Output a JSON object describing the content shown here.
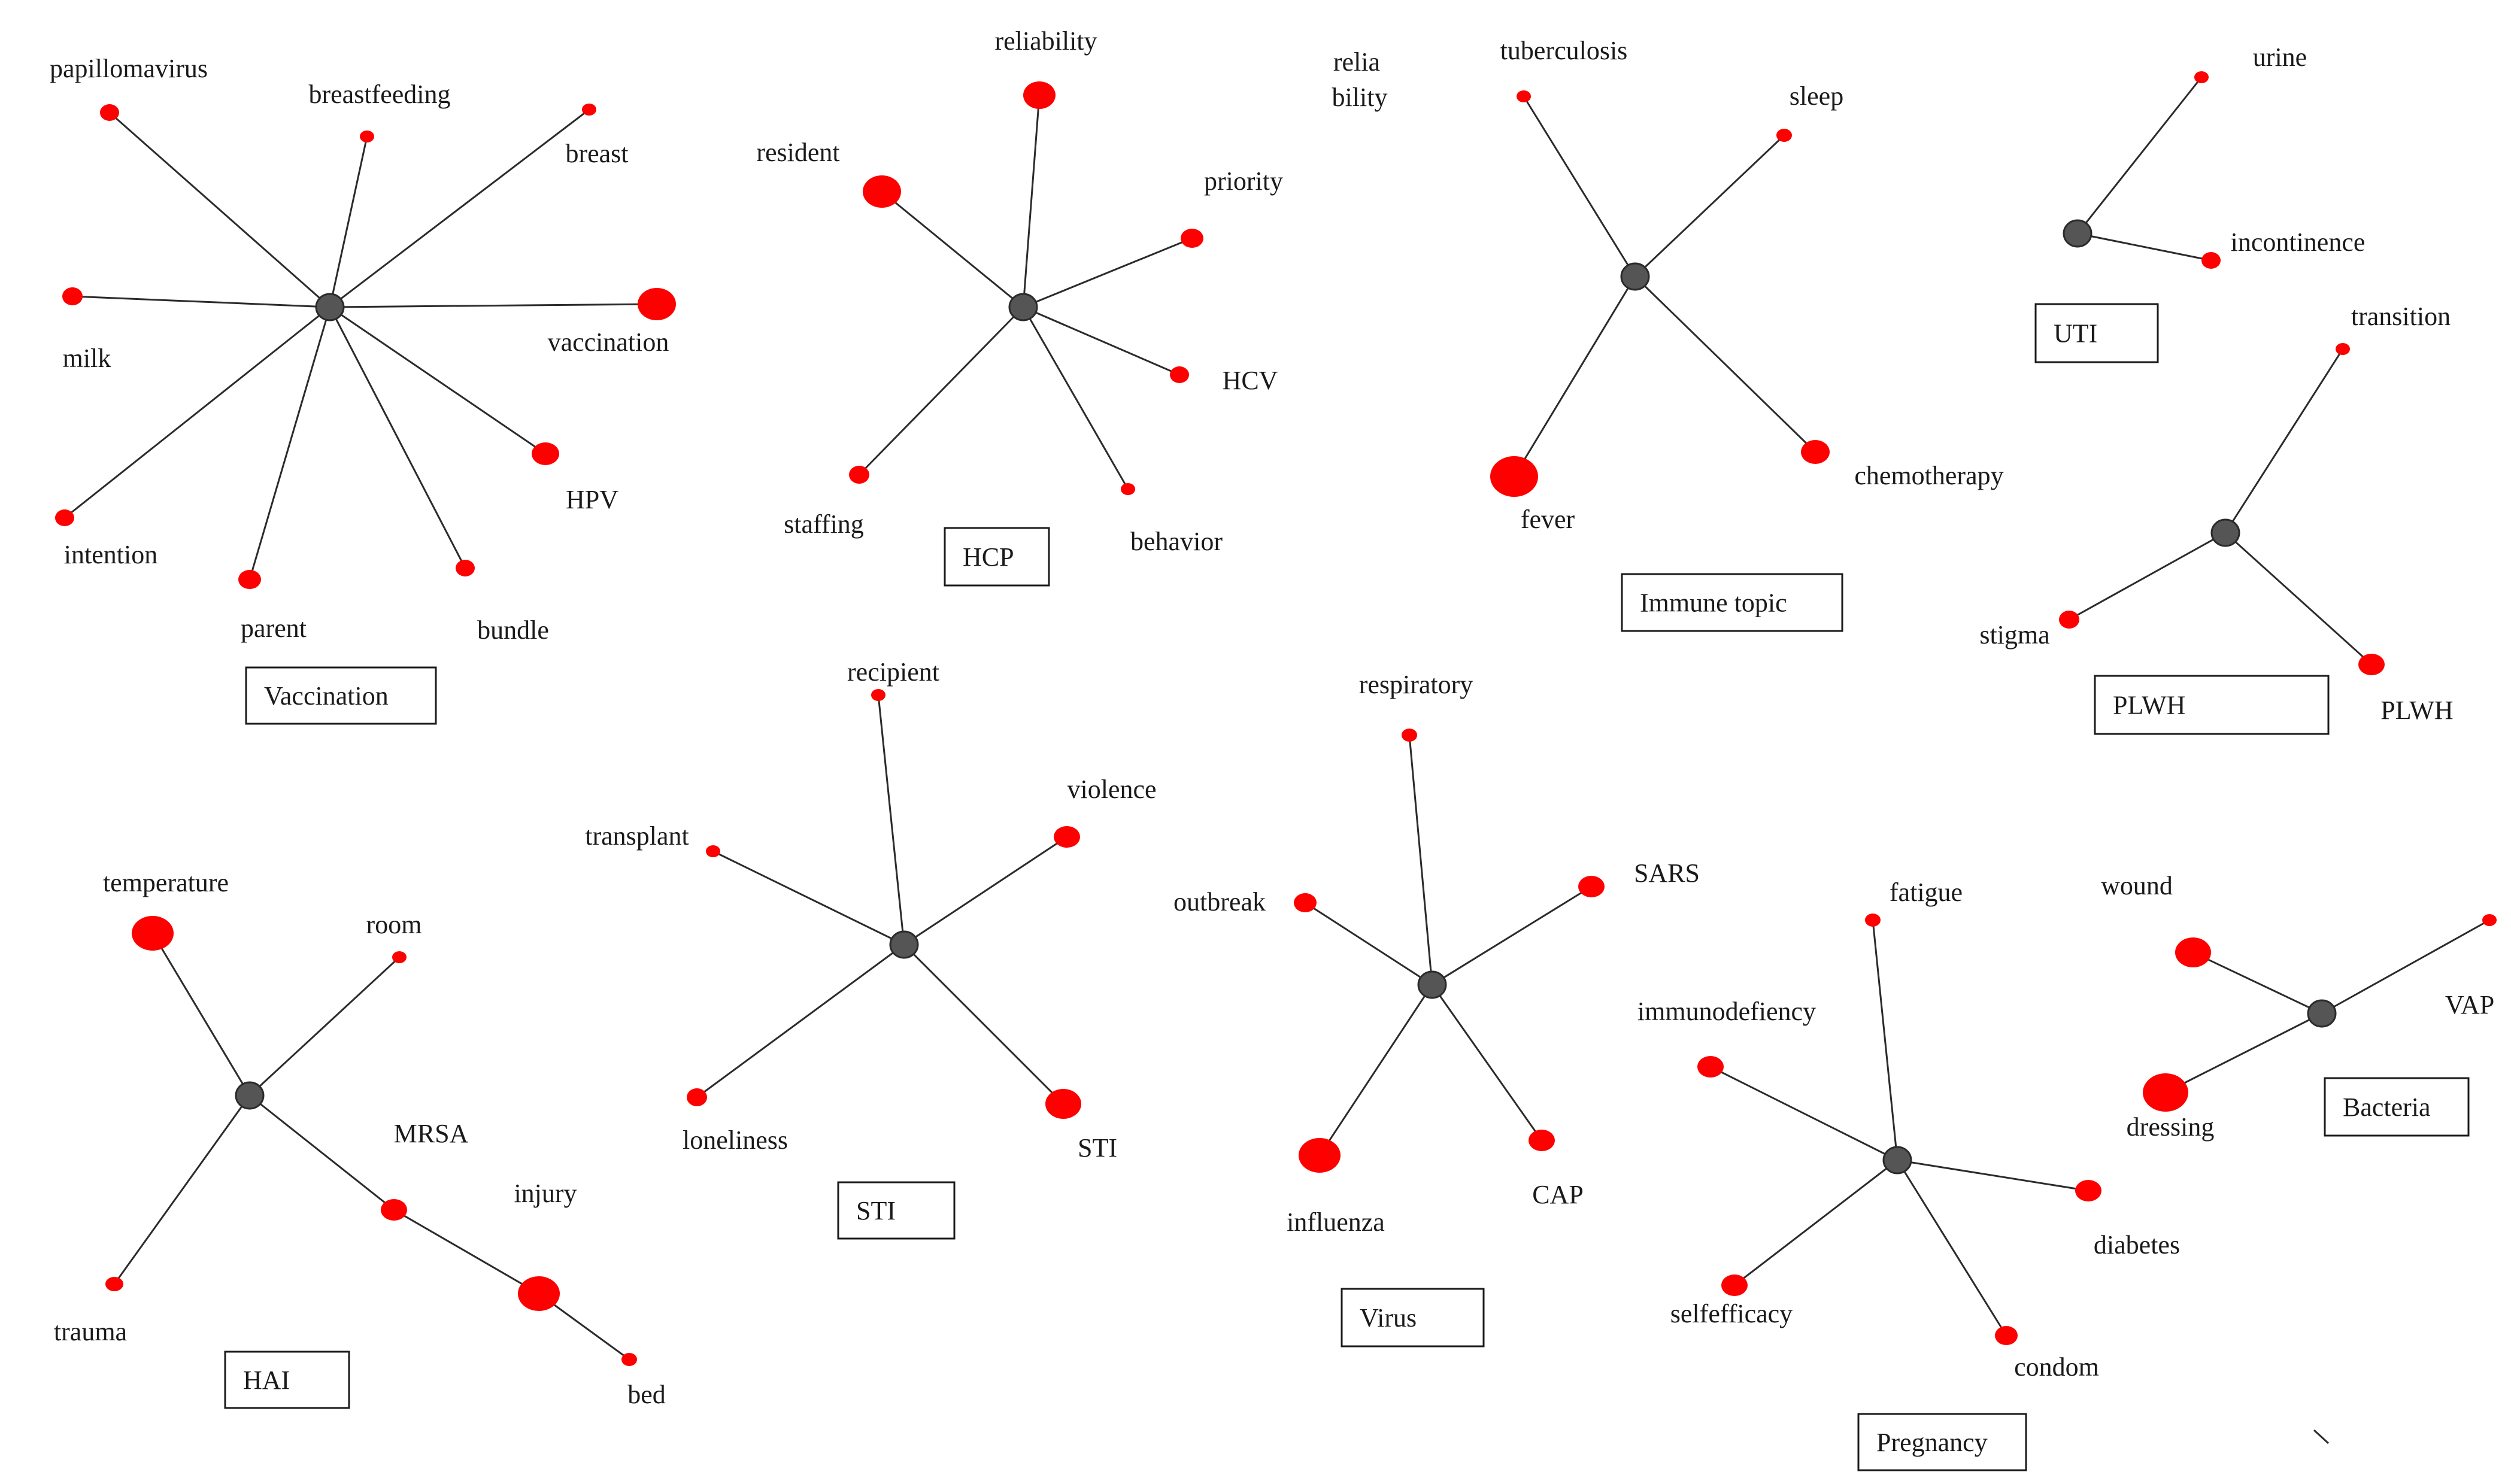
{
  "colors": {
    "hub": "#555555",
    "leaf": "#ff0000",
    "edge": "#2b2b2b"
  },
  "clusters": [
    {
      "id": "vaccination",
      "title": "Vaccination",
      "terms": [
        "papillomavirus",
        "breastfeeding",
        "breast",
        "milk",
        "vaccination",
        "HPV",
        "intention",
        "parent",
        "bundle"
      ]
    },
    {
      "id": "hcp",
      "title": "HCP",
      "terms": [
        "reliability",
        "resident",
        "priority",
        "HCV",
        "staffing",
        "behavior"
      ]
    },
    {
      "id": "immune",
      "title": "Immune  topic",
      "note_line1": "relia",
      "note_line2": "bility",
      "terms": [
        "tuberculosis",
        "sleep",
        "fever",
        "chemotherapy"
      ]
    },
    {
      "id": "uti",
      "title": "UTI",
      "terms": [
        "urine",
        "incontinence"
      ]
    },
    {
      "id": "plwh",
      "title": "PLWH",
      "terms": [
        "transition",
        "stigma",
        "PLWH"
      ]
    },
    {
      "id": "hai",
      "title": "HAI",
      "terms": [
        "temperature",
        "room",
        "MRSA",
        "injury",
        "trauma",
        "bed"
      ]
    },
    {
      "id": "sti",
      "title": "STI",
      "terms": [
        "recipient",
        "violence",
        "transplant",
        "loneliness",
        "STI"
      ]
    },
    {
      "id": "virus",
      "title": "Virus",
      "terms": [
        "respiratory",
        "SARS",
        "outbreak",
        "influenza",
        "CAP"
      ]
    },
    {
      "id": "pregnancy",
      "title": "Pregnancy",
      "terms": [
        "fatigue",
        "immunodefiency",
        "diabetes",
        "selfefficacy",
        "condom"
      ]
    },
    {
      "id": "bacteria",
      "title": "Bacteria",
      "terms": [
        "wound",
        "VAP",
        "dressing"
      ]
    }
  ]
}
